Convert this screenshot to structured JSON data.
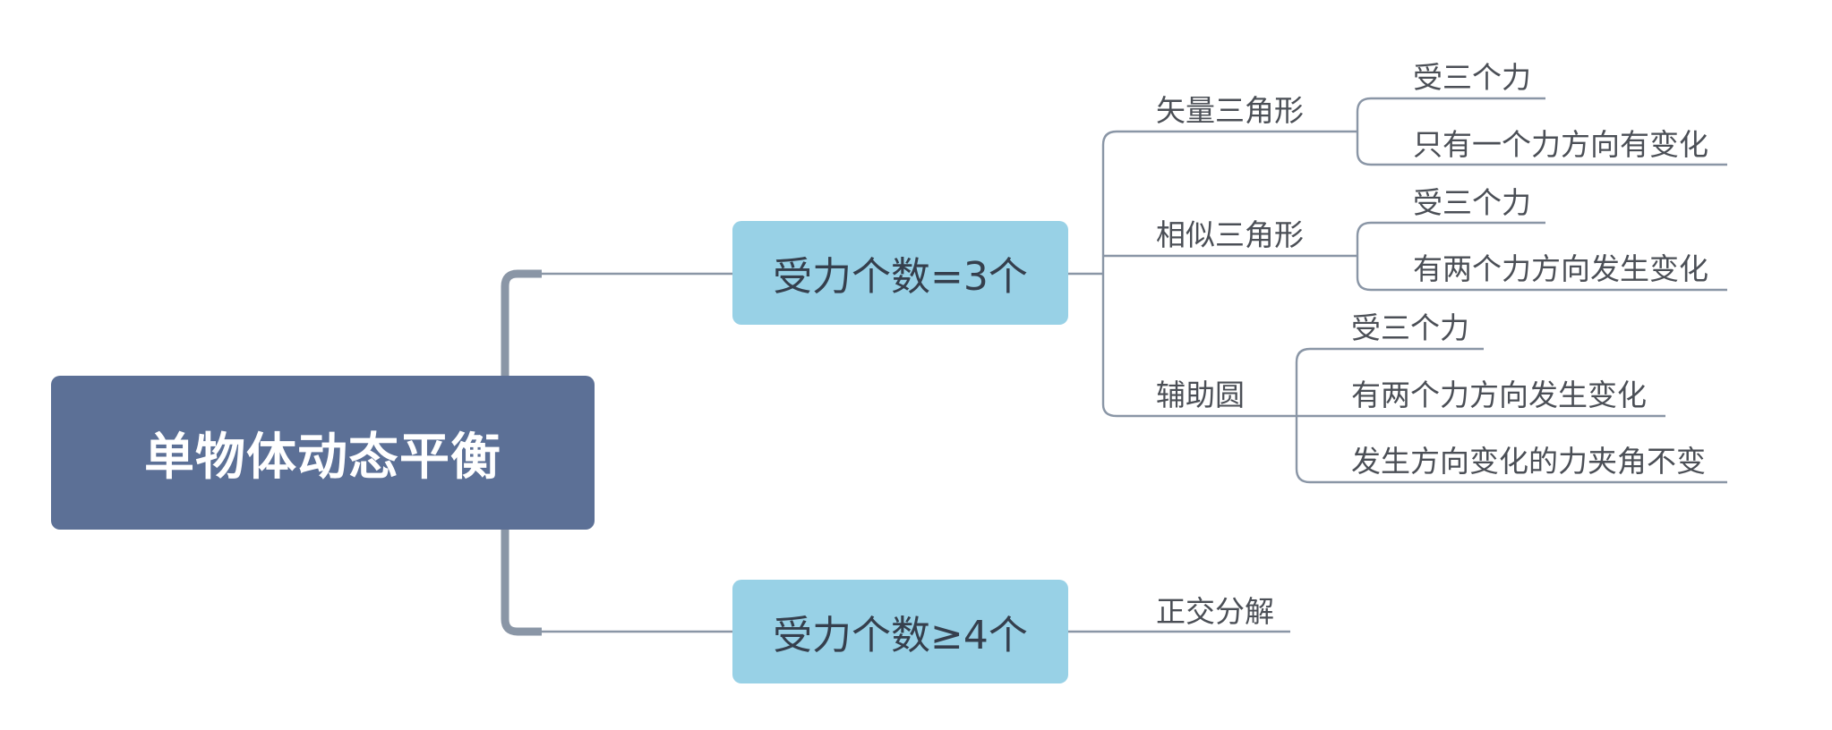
{
  "colors": {
    "root_fill": "#5c7096",
    "main_topic_fill": "#98d1e6",
    "line": "#8a96a6",
    "text": "#4b4f56"
  },
  "root": {
    "label": "单物体动态平衡"
  },
  "topics": [
    {
      "label": "受力个数=3个",
      "subtopics": [
        {
          "label": "矢量三角形",
          "details": [
            "受三个力",
            "只有一个力方向有变化"
          ]
        },
        {
          "label": "相似三角形",
          "details": [
            "受三个力",
            "有两个力方向发生变化"
          ]
        },
        {
          "label": "辅助圆",
          "details": [
            "受三个力",
            "有两个力方向发生变化",
            "发生方向变化的力夹角不变"
          ]
        }
      ]
    },
    {
      "label": "受力个数≥4个",
      "subtopics": [
        {
          "label": "正交分解",
          "details": []
        }
      ]
    }
  ]
}
